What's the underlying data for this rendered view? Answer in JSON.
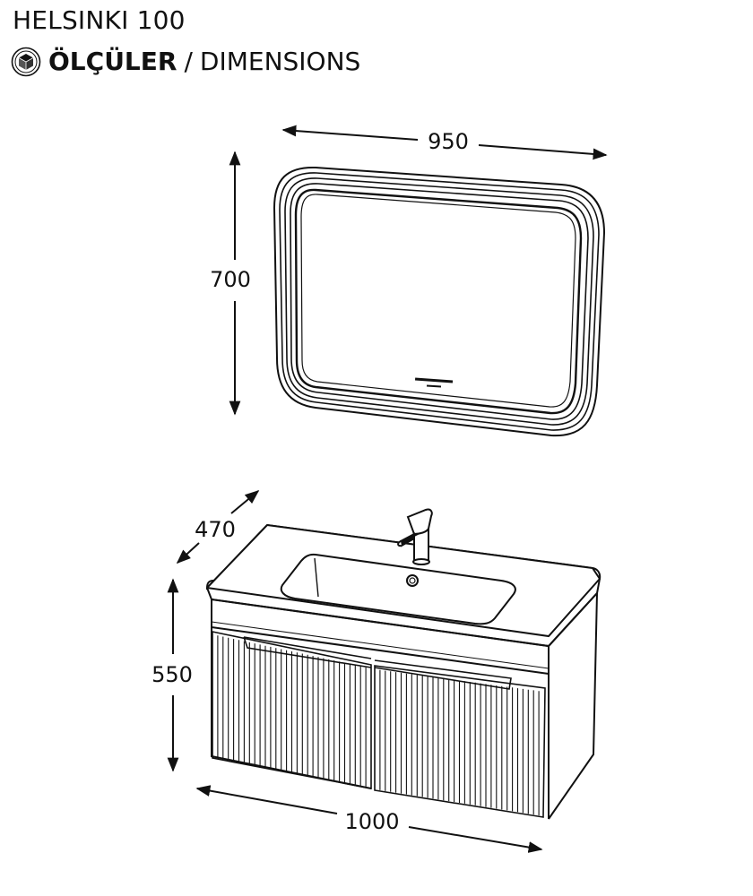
{
  "header": {
    "title": "HELSINKI 100",
    "subtitle_tr": "ÖLÇÜLER",
    "subtitle_sep": "/",
    "subtitle_en": "DIMENSIONS",
    "icon": "dimensions-cube-icon"
  },
  "dimensions": {
    "mirror_width": "950",
    "mirror_height": "700",
    "cabinet_depth": "470",
    "cabinet_height": "550",
    "cabinet_width": "1000"
  },
  "colors": {
    "line": "#111111",
    "background": "#ffffff"
  }
}
